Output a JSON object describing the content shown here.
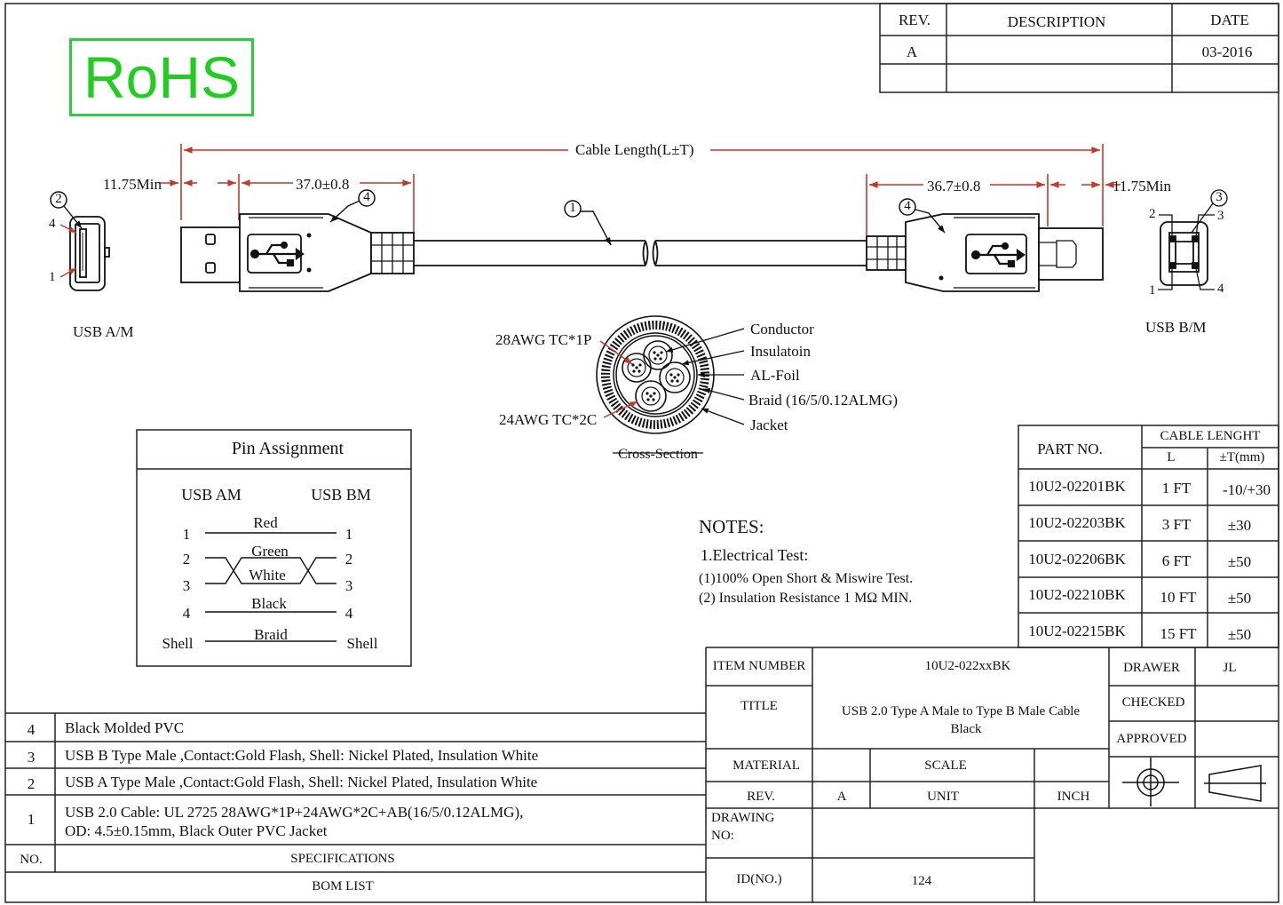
{
  "rohs": "RoHS",
  "rev_table": {
    "headers": [
      "REV.",
      "DESCRIPTION",
      "DATE"
    ],
    "rows": [
      [
        "A",
        "",
        "03-2016"
      ]
    ]
  },
  "dimensions": {
    "cable_length": "Cable Length(L±T)",
    "left_min": "11.75Min",
    "left_len": "37.0±0.8",
    "right_len": "36.7±0.8",
    "right_min": "11.75Min"
  },
  "callouts": [
    "1",
    "2",
    "3",
    "4"
  ],
  "connectors": {
    "left_label": "USB A/M",
    "right_label": "USB B/M",
    "left_pins": [
      "4",
      "1"
    ],
    "right_pins": [
      "2",
      "3",
      "1",
      "4"
    ]
  },
  "cross_section": {
    "title": "Cross-Section",
    "left_labels": [
      "28AWG TC*1P",
      "24AWG TC*2C"
    ],
    "right_labels": [
      "Conductor",
      "Insulatoin",
      "AL-Foil",
      "Braid (16/5/0.12ALMG)",
      "Jacket"
    ]
  },
  "pin_assignment": {
    "title": "Pin Assignment",
    "col_left": "USB AM",
    "col_right": "USB BM",
    "rows": [
      {
        "left": "1",
        "wire": "Red",
        "right": "1"
      },
      {
        "left": "2",
        "wire": "Green",
        "right": "2"
      },
      {
        "left": "3",
        "wire": "White",
        "right": "3"
      },
      {
        "left": "4",
        "wire": "Black",
        "right": "4"
      },
      {
        "left": "Shell",
        "wire": "Braid",
        "right": "Shell"
      }
    ]
  },
  "notes": {
    "title": "NOTES:",
    "heading": "1.Electrical Test:",
    "items": [
      "(1)100% Open Short & Miswire Test.",
      "(2) Insulation Resistance 1 MΩ  MIN."
    ]
  },
  "parts_table": {
    "part_no_header": "PART NO.",
    "cable_header": "CABLE LENGHT",
    "l_header": "L",
    "t_header": "±T(mm)",
    "rows": [
      {
        "part": "10U2-02201BK",
        "l": "1 FT",
        "t": "-10/+30"
      },
      {
        "part": "10U2-02203BK",
        "l": "3 FT",
        "t": "±30"
      },
      {
        "part": "10U2-02206BK",
        "l": "6 FT",
        "t": "±50"
      },
      {
        "part": "10U2-02210BK",
        "l": "10 FT",
        "t": "±50"
      },
      {
        "part": "10U2-02215BK",
        "l": "15 FT",
        "t": "±50"
      }
    ]
  },
  "bom": {
    "rows": [
      {
        "no": "4",
        "spec": "Black Molded PVC"
      },
      {
        "no": "3",
        "spec": "USB B Type Male ,Contact:Gold Flash, Shell: Nickel Plated, Insulation White"
      },
      {
        "no": "2",
        "spec": "USB A Type Male ,Contact:Gold Flash, Shell: Nickel Plated, Insulation White"
      },
      {
        "no": "1",
        "spec": "USB 2.0 Cable: UL 2725 28AWG*1P+24AWG*2C+AB(16/5/0.12ALMG),",
        "spec2": "OD: 4.5±0.15mm, Black Outer PVC Jacket"
      }
    ],
    "no_header": "NO.",
    "spec_header": "SPECIFICATIONS",
    "footer": "BOM LIST"
  },
  "title_block": {
    "item_number_label": "ITEM NUMBER",
    "item_number": "10U2-022xxBK",
    "drawer_label": "DRAWER",
    "drawer": "JL",
    "title_label": "TITLE",
    "title_line1": "USB 2.0 Type A Male to Type B  Male Cable",
    "title_line2": "Black",
    "checked_label": "CHECKED",
    "approved_label": "APPROVED",
    "material_label": "MATERIAL",
    "scale_label": "SCALE",
    "rev_label": "REV.",
    "rev": "A",
    "unit_label": "UNIT",
    "unit": "INCH",
    "drawing_no_label1": "DRAWING",
    "drawing_no_label2": "NO:",
    "id_label": "ID(NO.)",
    "id": "124"
  }
}
